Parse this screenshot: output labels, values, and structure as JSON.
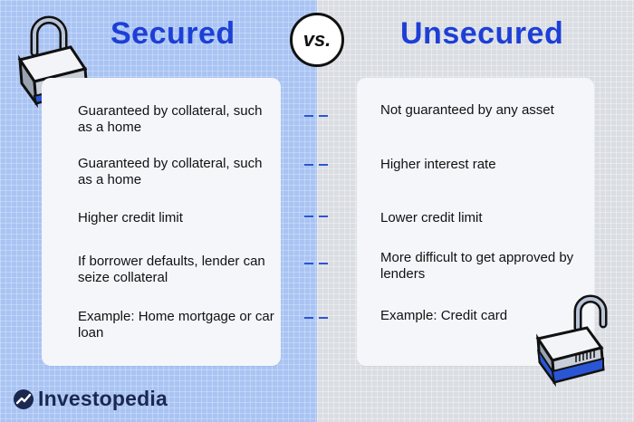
{
  "header": {
    "left_title": "Secured",
    "vs_label": "vs.",
    "right_title": "Unsecured"
  },
  "secured": [
    "Guaranteed by collateral, such as a home",
    "Guaranteed by collateral, such as a home",
    "Higher credit limit",
    "If borrower defaults, lender can seize collateral",
    "Example: Home mortgage or car loan"
  ],
  "unsecured": [
    "Not guaranteed by any asset",
    "Higher interest rate",
    "Lower credit limit",
    "More difficult to get approved by lenders",
    "Example: Credit card"
  ],
  "brand": {
    "name": "Investopedia"
  },
  "icons": {
    "left": "locked-padlock-icon",
    "right": "unlocked-padlock-icon",
    "brand": "investopedia-logo-icon"
  },
  "colors": {
    "accent": "#1d3fd6",
    "left_background": "#a9c4f3",
    "right_background": "#dadde2",
    "card": "#f4f6fa",
    "brand_text": "#1b2850"
  }
}
